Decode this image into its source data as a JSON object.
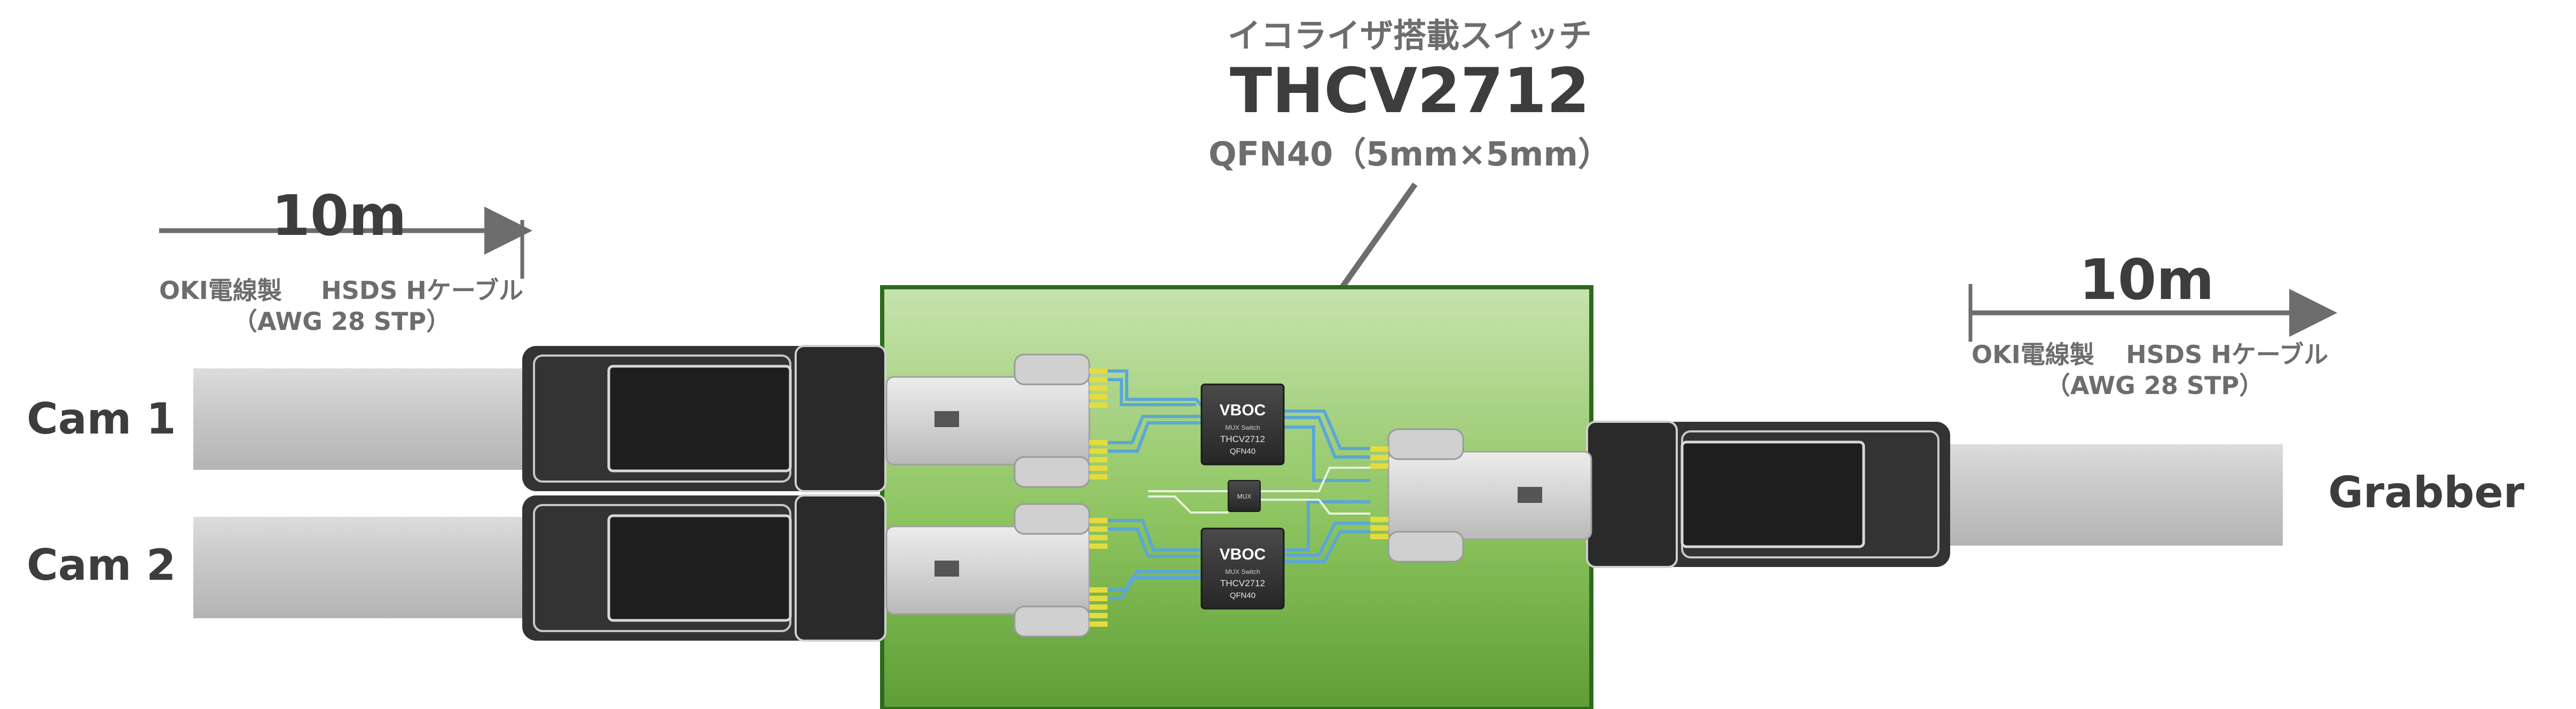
{
  "chip_callout": {
    "subtitle": "イコライザ搭載スイッチ",
    "part_number": "THCV2712",
    "package": "QFN40（5mm×5mm）"
  },
  "left_cable": {
    "length": "10m",
    "maker": "OKI電線製",
    "cable_type": "HSDS Hケーブル",
    "spec": "（AWG 28 STP）"
  },
  "right_cable": {
    "length": "10m",
    "maker": "OKI電線製",
    "cable_type": "HSDS Hケーブル",
    "spec": "（AWG 28 STP）"
  },
  "ports": {
    "cam1": "Cam 1",
    "cam2": "Cam 2",
    "grabber": "Grabber"
  },
  "chips": {
    "chip1": {
      "logo": "VBOC",
      "line1": "MUX Switch",
      "line2": "THCV2712",
      "line3": "QFN40"
    },
    "chip2": {
      "logo": "VBOC",
      "line1": "MUX Switch",
      "line2": "THCV2712",
      "line3": "QFN40"
    },
    "mux_label": "MUX"
  },
  "colors": {
    "board_light": "#c6e3ad",
    "board_dark": "#5e9e35",
    "cable_gray": "#c9c9c9",
    "trace_blue": "#5ba7d6",
    "pad_yellow": "#e4dc3e",
    "label_gray": "#6d6d6d",
    "label_dark": "#3d3d3d"
  }
}
